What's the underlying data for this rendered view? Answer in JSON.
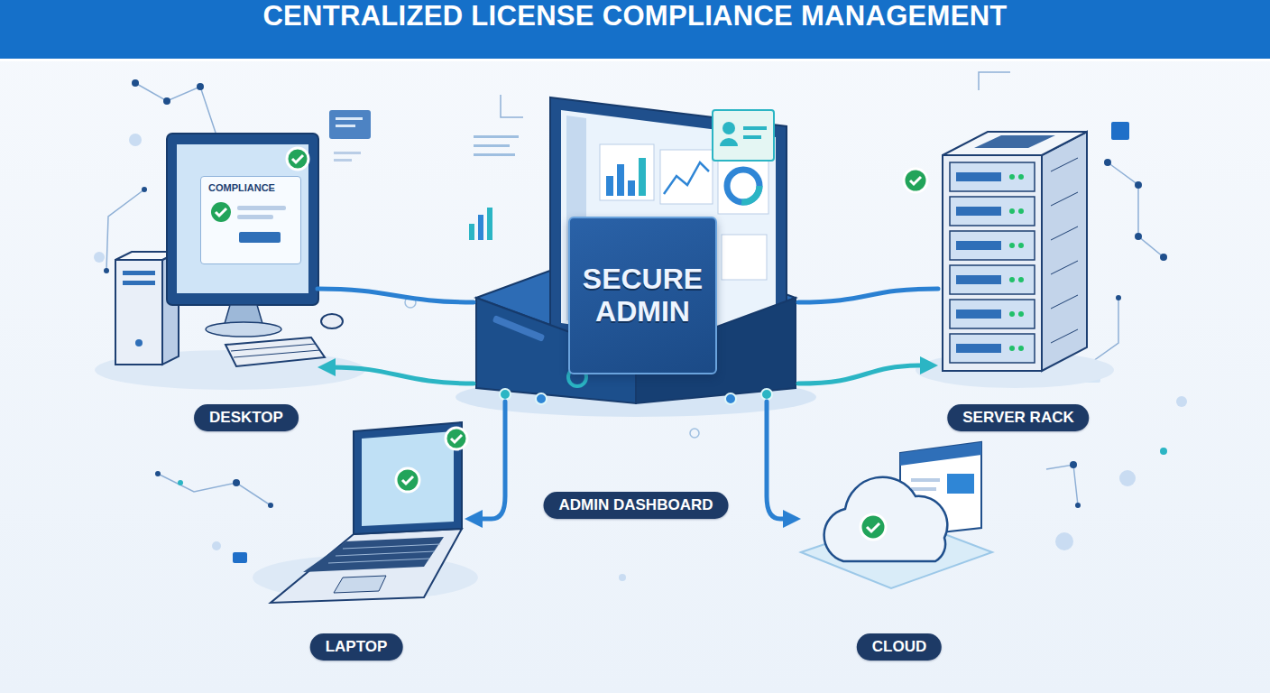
{
  "diagram": {
    "title": "CENTRALIZED LICENSE COMPLIANCE MANAGEMENT",
    "nodes": [
      {
        "text": [
          "DESKTOP"
        ]
      },
      {
        "text": [
          "COMPLIANCE"
        ],
        "in": 0
      },
      {
        "text": [
          "ADMIN DASHBOARD"
        ]
      },
      {
        "text": [
          "SECURE ADMIN"
        ],
        "in": 2
      },
      {
        "text": [
          "SERVER RACK"
        ]
      },
      {
        "text": [
          "LAPTOP"
        ]
      },
      {
        "text": [
          "CLOUD"
        ]
      }
    ],
    "edges": [
      {
        "from": 2,
        "to": 0,
        "arrow": "to"
      },
      {
        "from": 2,
        "to": 0,
        "arrow": "none"
      },
      {
        "from": 2,
        "to": 5,
        "arrow": "to"
      },
      {
        "from": 2,
        "to": 4,
        "arrow": "to"
      },
      {
        "from": 2,
        "to": 4,
        "arrow": "none"
      },
      {
        "from": 2,
        "to": 6,
        "arrow": "to"
      }
    ]
  }
}
